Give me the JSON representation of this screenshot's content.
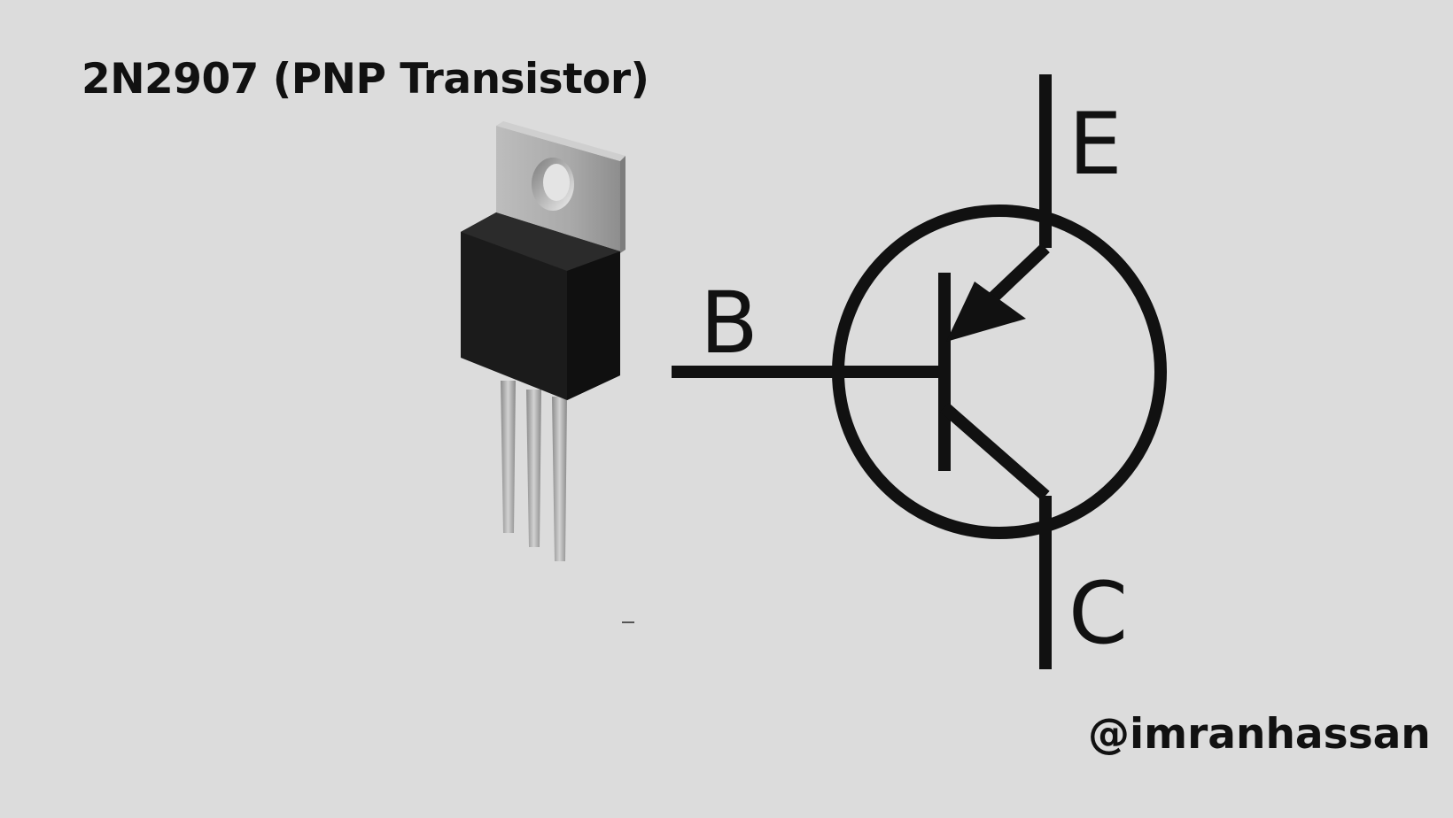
{
  "title": "2N2907 (PNP Transistor)",
  "credit": "@imranhassan",
  "symbol": {
    "emitter_label": "E",
    "base_label": "B",
    "collector_label": "C"
  },
  "colors": {
    "background": "#dcdcdc",
    "ink": "#111111",
    "package_body": "#1c1c1c",
    "tab_metal": "#a8a8a8"
  },
  "icons": [
    "to220-transistor-package-icon",
    "pnp-transistor-symbol-icon"
  ]
}
